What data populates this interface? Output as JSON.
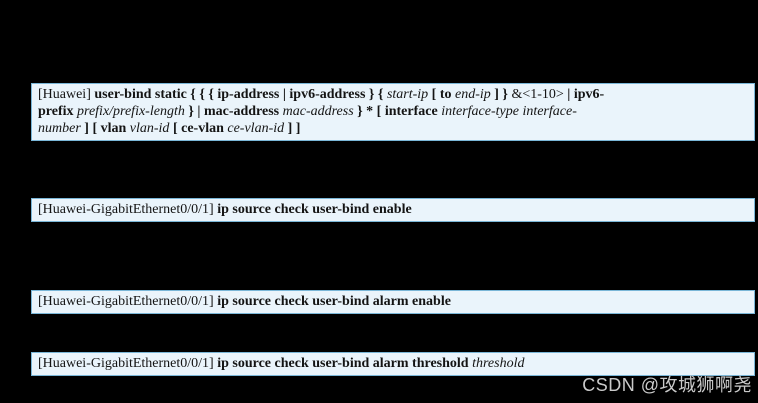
{
  "colors": {
    "page_bg": "#000000",
    "box_bg": "#eaf4fb",
    "box_border": "#7ab6d7",
    "command_text": "#141414",
    "watermark": "#cacaca"
  },
  "watermark": {
    "text": "CSDN @攻城狮啊尧"
  },
  "command_blocks": [
    {
      "id": "user-bind-static",
      "lines": [
        [
          {
            "t": "[Huawei] ",
            "s": "r"
          },
          {
            "t": "user-bind static { { { ip-address | ipv6-address } { ",
            "s": "b"
          },
          {
            "t": "start-ip",
            "s": "i"
          },
          {
            "t": " [ to ",
            "s": "b"
          },
          {
            "t": "end-ip",
            "s": "i"
          },
          {
            "t": " ] } ",
            "s": "b"
          },
          {
            "t": "&<1-10>",
            "s": "r"
          },
          {
            "t": " | ipv6-",
            "s": "b"
          }
        ],
        [
          {
            "t": "prefix ",
            "s": "b"
          },
          {
            "t": "prefix/prefix-length",
            "s": "i"
          },
          {
            "t": " } | mac-address ",
            "s": "b"
          },
          {
            "t": "mac-address",
            "s": "i"
          },
          {
            "t": " } * [ interface ",
            "s": "b"
          },
          {
            "t": "interface-type interface-",
            "s": "i"
          }
        ],
        [
          {
            "t": "number",
            "s": "i"
          },
          {
            "t": " ] [ vlan ",
            "s": "b"
          },
          {
            "t": "vlan-id",
            "s": "i"
          },
          {
            "t": " [ ce-vlan ",
            "s": "b"
          },
          {
            "t": "ce-vlan-id",
            "s": "i"
          },
          {
            "t": " ] ]",
            "s": "b"
          }
        ]
      ]
    },
    {
      "id": "ip-source-check-user-bind-enable",
      "lines": [
        [
          {
            "t": "[Huawei-GigabitEthernet0/0/1] ",
            "s": "r"
          },
          {
            "t": "ip source check user-bind enable",
            "s": "b"
          }
        ]
      ]
    },
    {
      "id": "ip-source-check-user-bind-alarm-enable",
      "lines": [
        [
          {
            "t": "[Huawei-GigabitEthernet0/0/1] ",
            "s": "r"
          },
          {
            "t": "ip source check user-bind alarm enable",
            "s": "b"
          }
        ]
      ]
    },
    {
      "id": "ip-source-check-user-bind-alarm-threshold",
      "lines": [
        [
          {
            "t": "[Huawei-GigabitEthernet0/0/1] ",
            "s": "r"
          },
          {
            "t": "ip source check user-bind alarm threshold ",
            "s": "b"
          },
          {
            "t": "threshold",
            "s": "i"
          }
        ]
      ]
    }
  ]
}
